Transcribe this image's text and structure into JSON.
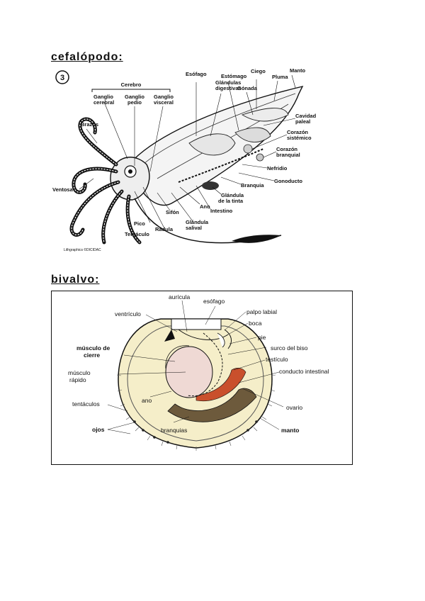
{
  "headings": {
    "cephalopod": "cefalópodo:",
    "bivalve": "bivalvo:"
  },
  "cephalopod": {
    "number": "3",
    "labels": {
      "cerebro": "Cerebro",
      "ganglio_cerebral": "Ganglio cerebral",
      "ganglio_pedio": "Ganglio pedio",
      "ganglio_visceral": "Ganglio visceral",
      "esofago": "Esófago",
      "glandulas_digestivas": "Glándulas digestivas",
      "estomago": "Estómago",
      "ciego": "Ciego",
      "gonada": "Gónada",
      "pluma": "Pluma",
      "manto": "Manto",
      "cavidad_paleal": "Cavidad paleal",
      "corazon_sistemico": "Corazón sistémico",
      "corazon_branquial": "Corazón branquial",
      "nefridio": "Nefridio",
      "gonoducto": "Gonoducto",
      "branquia": "Branquia",
      "glandula_tinta": "Glándula de la tinta",
      "intestino": "Intestino",
      "ano": "Ano",
      "glandula_salival": "Glándula salival",
      "sifon": "Sifón",
      "radula": "Rádula",
      "pico": "Pico",
      "tentaculo": "Tentáculo",
      "ventosa": "Ventosa",
      "brazos": "Brazos",
      "credit": "Lithgraphics ©DICIDAC"
    }
  },
  "bivalve": {
    "labels": {
      "auricula": "aurícula",
      "esofago": "esófago",
      "ventriculo": "ventrículo",
      "palpo_labial": "palpo labial",
      "boca": "boca",
      "pie": "pie",
      "surco_biso": "surco del biso",
      "testiculo": "testículo",
      "conducto_intestinal": "conducto intestinal",
      "musculo_cierre": "músculo de cierre",
      "musculo_rapido": "músculo rápido",
      "ano": "ano",
      "ovario": "ovario",
      "tentaculos": "tentáculos",
      "ojos": "ojos",
      "branquias": "branquias",
      "manto": "manto"
    },
    "colors": {
      "shell": "#f5eec9",
      "ovary": "#c9502c",
      "gills": "#6d5a3c",
      "muscle": "#efd9d4"
    }
  }
}
